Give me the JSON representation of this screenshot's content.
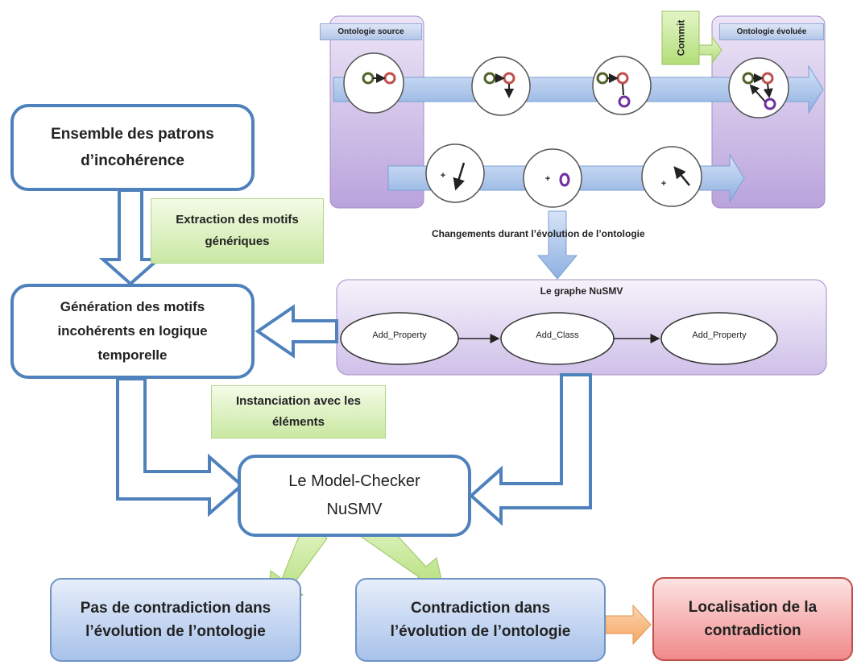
{
  "ensemble": "Ensemble des patrons d’incohérence",
  "extraction": "Extraction des motifs génériques",
  "generation": "Génération des motifs incohérents en logique temporelle",
  "instanciation": "Instanciation avec les éléments",
  "model_checker": "Le Model-Checker NuSMV",
  "ontologie_source": "Ontologie source",
  "ontologie_evoluee": "Ontologie évoluée",
  "commit": "Commit",
  "plus": "+",
  "changements": "Changements durant l’évolution de l’ontologie",
  "graphe": {
    "title": "Le  graphe NuSMV",
    "nodes": [
      "Add_Property",
      "Add_Class",
      "Add_Property"
    ]
  },
  "pas_contradiction": "Pas de contradiction dans l’évolution de l’ontologie",
  "contradiction": "Contradiction dans l’évolution de l’ontologie",
  "localisation": "Localisation de la contradiction",
  "colors": {
    "blue_border": "#4f81bd",
    "purple": "#c8b6e2",
    "green": "#c9e8a2",
    "red": "#f08a8a",
    "orange": "#f8b47e"
  }
}
